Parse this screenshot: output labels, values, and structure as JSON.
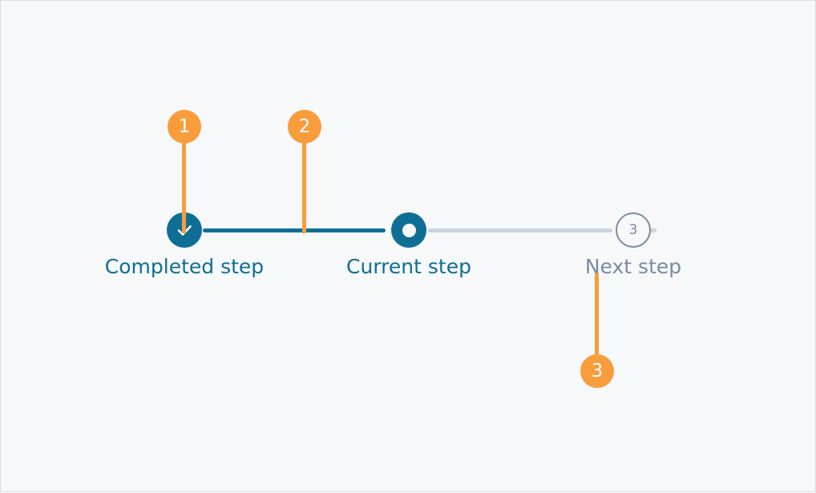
{
  "page": {
    "background_color": "#f6f8fa",
    "border_color": "#dcdfe3"
  },
  "theme": {
    "accent_color": "#0f6e96",
    "annotation_color": "#f89c3c",
    "muted_color": "#7a8ba0",
    "inactive_line_color": "#c9d3dd"
  },
  "stepper": {
    "steps": [
      {
        "id": "completed",
        "label": "Completed step",
        "state": "completed",
        "icon": "check-icon",
        "number": ""
      },
      {
        "id": "current",
        "label": "Current step",
        "state": "current",
        "icon": "filled-dot-icon",
        "number": ""
      },
      {
        "id": "next",
        "label": "Next step",
        "state": "upcoming",
        "icon": "",
        "number": "3"
      }
    ],
    "connectors": [
      {
        "id": "completed-to-current",
        "state": "completed"
      },
      {
        "id": "current-to-next",
        "state": "upcoming"
      },
      {
        "id": "after-next",
        "state": "upcoming"
      }
    ]
  },
  "annotations": [
    {
      "id": "1",
      "number": "1",
      "points_to": "completed-step-node"
    },
    {
      "id": "2",
      "number": "2",
      "points_to": "completed-to-current-connector"
    },
    {
      "id": "3",
      "number": "3",
      "points_to": "next-step-label"
    }
  ]
}
